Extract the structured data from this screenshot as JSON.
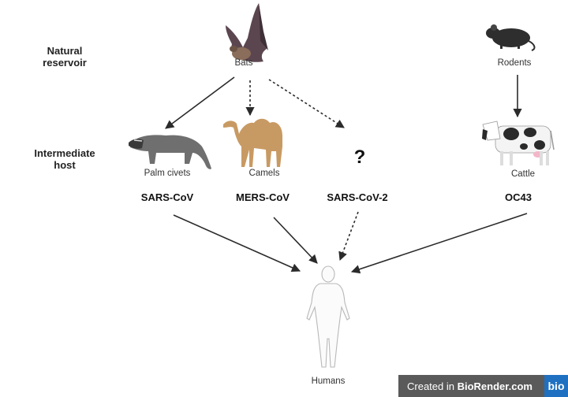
{
  "row_labels": {
    "natural_reservoir": "Natural\nreservoir",
    "intermediate_host": "Intermediate\nhost"
  },
  "animals": {
    "bats": "Bats",
    "rodents": "Rodents",
    "palm_civets": "Palm civets",
    "camels": "Camels",
    "cattle": "Cattle",
    "humans": "Humans"
  },
  "viruses": {
    "sars_cov": "SARS-CoV",
    "mers_cov": "MERS-CoV",
    "sars_cov_2": "SARS-CoV-2",
    "oc43": "OC43"
  },
  "unknown_host": "?",
  "badge": {
    "prefix": "Created in ",
    "brand": "BioRender.com",
    "logo": "bio"
  },
  "colors": {
    "arrow": "#2b2b2b",
    "civet_body": "#6f6f6f",
    "camel_body": "#c89a63",
    "bat_body": "#5b4650",
    "human_outline": "#b8b8b8",
    "badge_bg": "#5a5a5a",
    "badge_logo_bg": "#1f70c1"
  },
  "icons": [
    "bat-icon",
    "rat-icon",
    "civet-icon",
    "camel-icon",
    "cow-icon",
    "human-icon"
  ]
}
